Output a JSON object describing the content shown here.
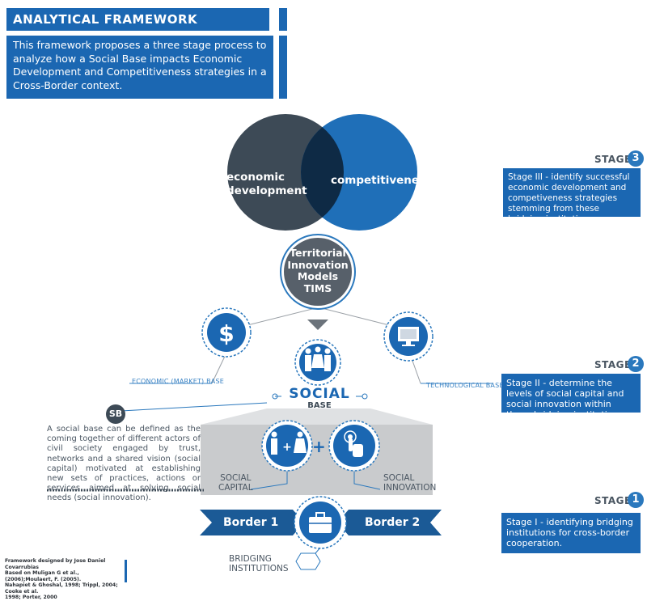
{
  "header": {
    "title": "ANALYTICAL FRAMEWORK",
    "intro": "This framework proposes a three stage process to analyze how a Social Base impacts Economic Development and Competitiveness strategies in a Cross-Border context."
  },
  "venn": {
    "left_line1": "economic",
    "left_line2": "development",
    "right": "competitiveness"
  },
  "tims": {
    "line1": "Territorial",
    "line2": "Innovation",
    "line3": "Models",
    "line4": "TIMS"
  },
  "bases": {
    "economic_label": "ECONOMIC (MARKET) BASE",
    "technological_label": "TECHNOLOGICAL BASE",
    "social_title": "SOCIAL",
    "social_sub": "BASE",
    "sb_badge": "SB",
    "sb_definition": "A social base can be defined as the coming together of different actors of civil society engaged by trust, networks and a shared vision (social capital) motivated at establishing new sets of practices, actions or services aimed at solving social needs (social innovation)."
  },
  "components": {
    "capital_line1": "SOCIAL",
    "capital_line2": "CAPITAL",
    "innovation_line1": "SOCIAL",
    "innovation_line2": "INNOVATION",
    "plus": "+"
  },
  "borders": {
    "border1": "Border 1",
    "border2": "Border 2",
    "bridging_line1": "BRIDGING",
    "bridging_line2": "INSTITUTIONS"
  },
  "stages": [
    {
      "label": "STAGE",
      "number": "3",
      "text": "Stage III - identify successful economic development and competiveness strategies stemming from these bridging institutions."
    },
    {
      "label": "STAGE",
      "number": "2",
      "text": "Stage II - determine the levels of social capital and social innovation within these bridging institutions"
    },
    {
      "label": "STAGE",
      "number": "1",
      "text": "Stage I - identifying bridging institutions for cross-border cooperation."
    }
  ],
  "credits": {
    "line1": "Framework designed by Jose Daniel Covarrubias",
    "line2": "Based on Muligan G et al.,(2006);Moulaert, F. (2005).",
    "line3": "Nahapiet & Ghoshal, 1998; Trippl, 2004; Cooke et al.",
    "line4": "1998; Porter, 2000"
  },
  "colors": {
    "primary_blue": "#1b67b2",
    "dark_slate": "#3d4a56",
    "mid_blue": "#2a78bd",
    "gray_panel": "#c9cbcd"
  },
  "icons": [
    "dollar-icon",
    "monitor-icon",
    "people-icon",
    "person-plus-person-icon",
    "touch-hand-icon",
    "briefcase-icon"
  ]
}
